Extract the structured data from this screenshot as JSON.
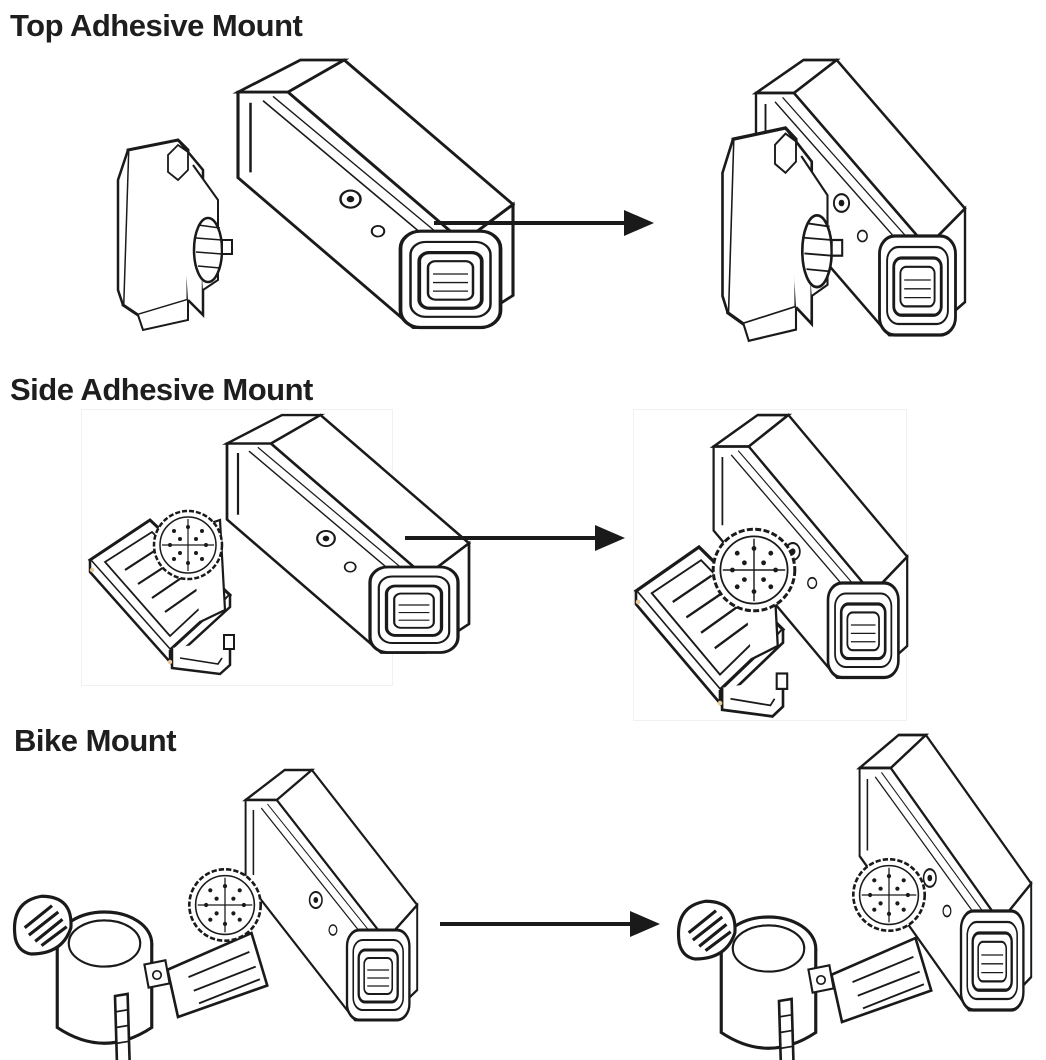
{
  "sections": [
    {
      "title": "Top Adhesive Mount",
      "before_icon": "camera-with-top-adhesive-plate",
      "after_icon": "camera-attached-top-adhesive-plate"
    },
    {
      "title": "Side Adhesive Mount",
      "before_icon": "camera-with-side-adhesive-base",
      "after_icon": "camera-attached-side-adhesive-base"
    },
    {
      "title": "Bike Mount",
      "before_icon": "camera-with-bike-clamp",
      "after_icon": "camera-attached-bike-clamp"
    }
  ],
  "colors": {
    "line": "#1a1a1a",
    "fill": "#ffffff",
    "accent_hint": "#e8c89a"
  }
}
